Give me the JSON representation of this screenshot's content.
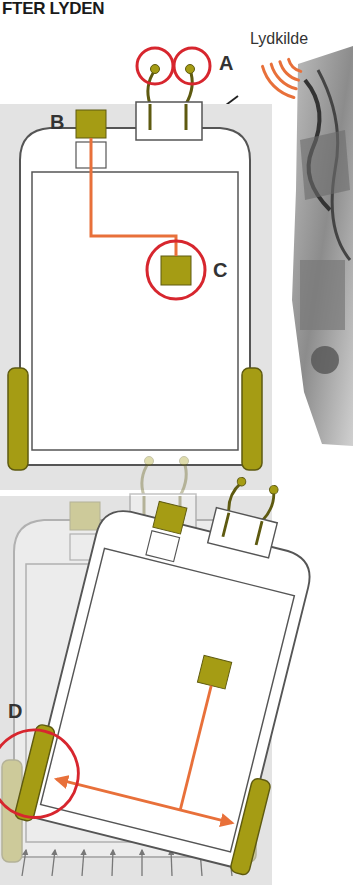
{
  "diagram": {
    "title": "FTER LYDEN",
    "labels": [
      "Lydkilde",
      "A",
      "B",
      "C",
      "D"
    ]
  }
}
